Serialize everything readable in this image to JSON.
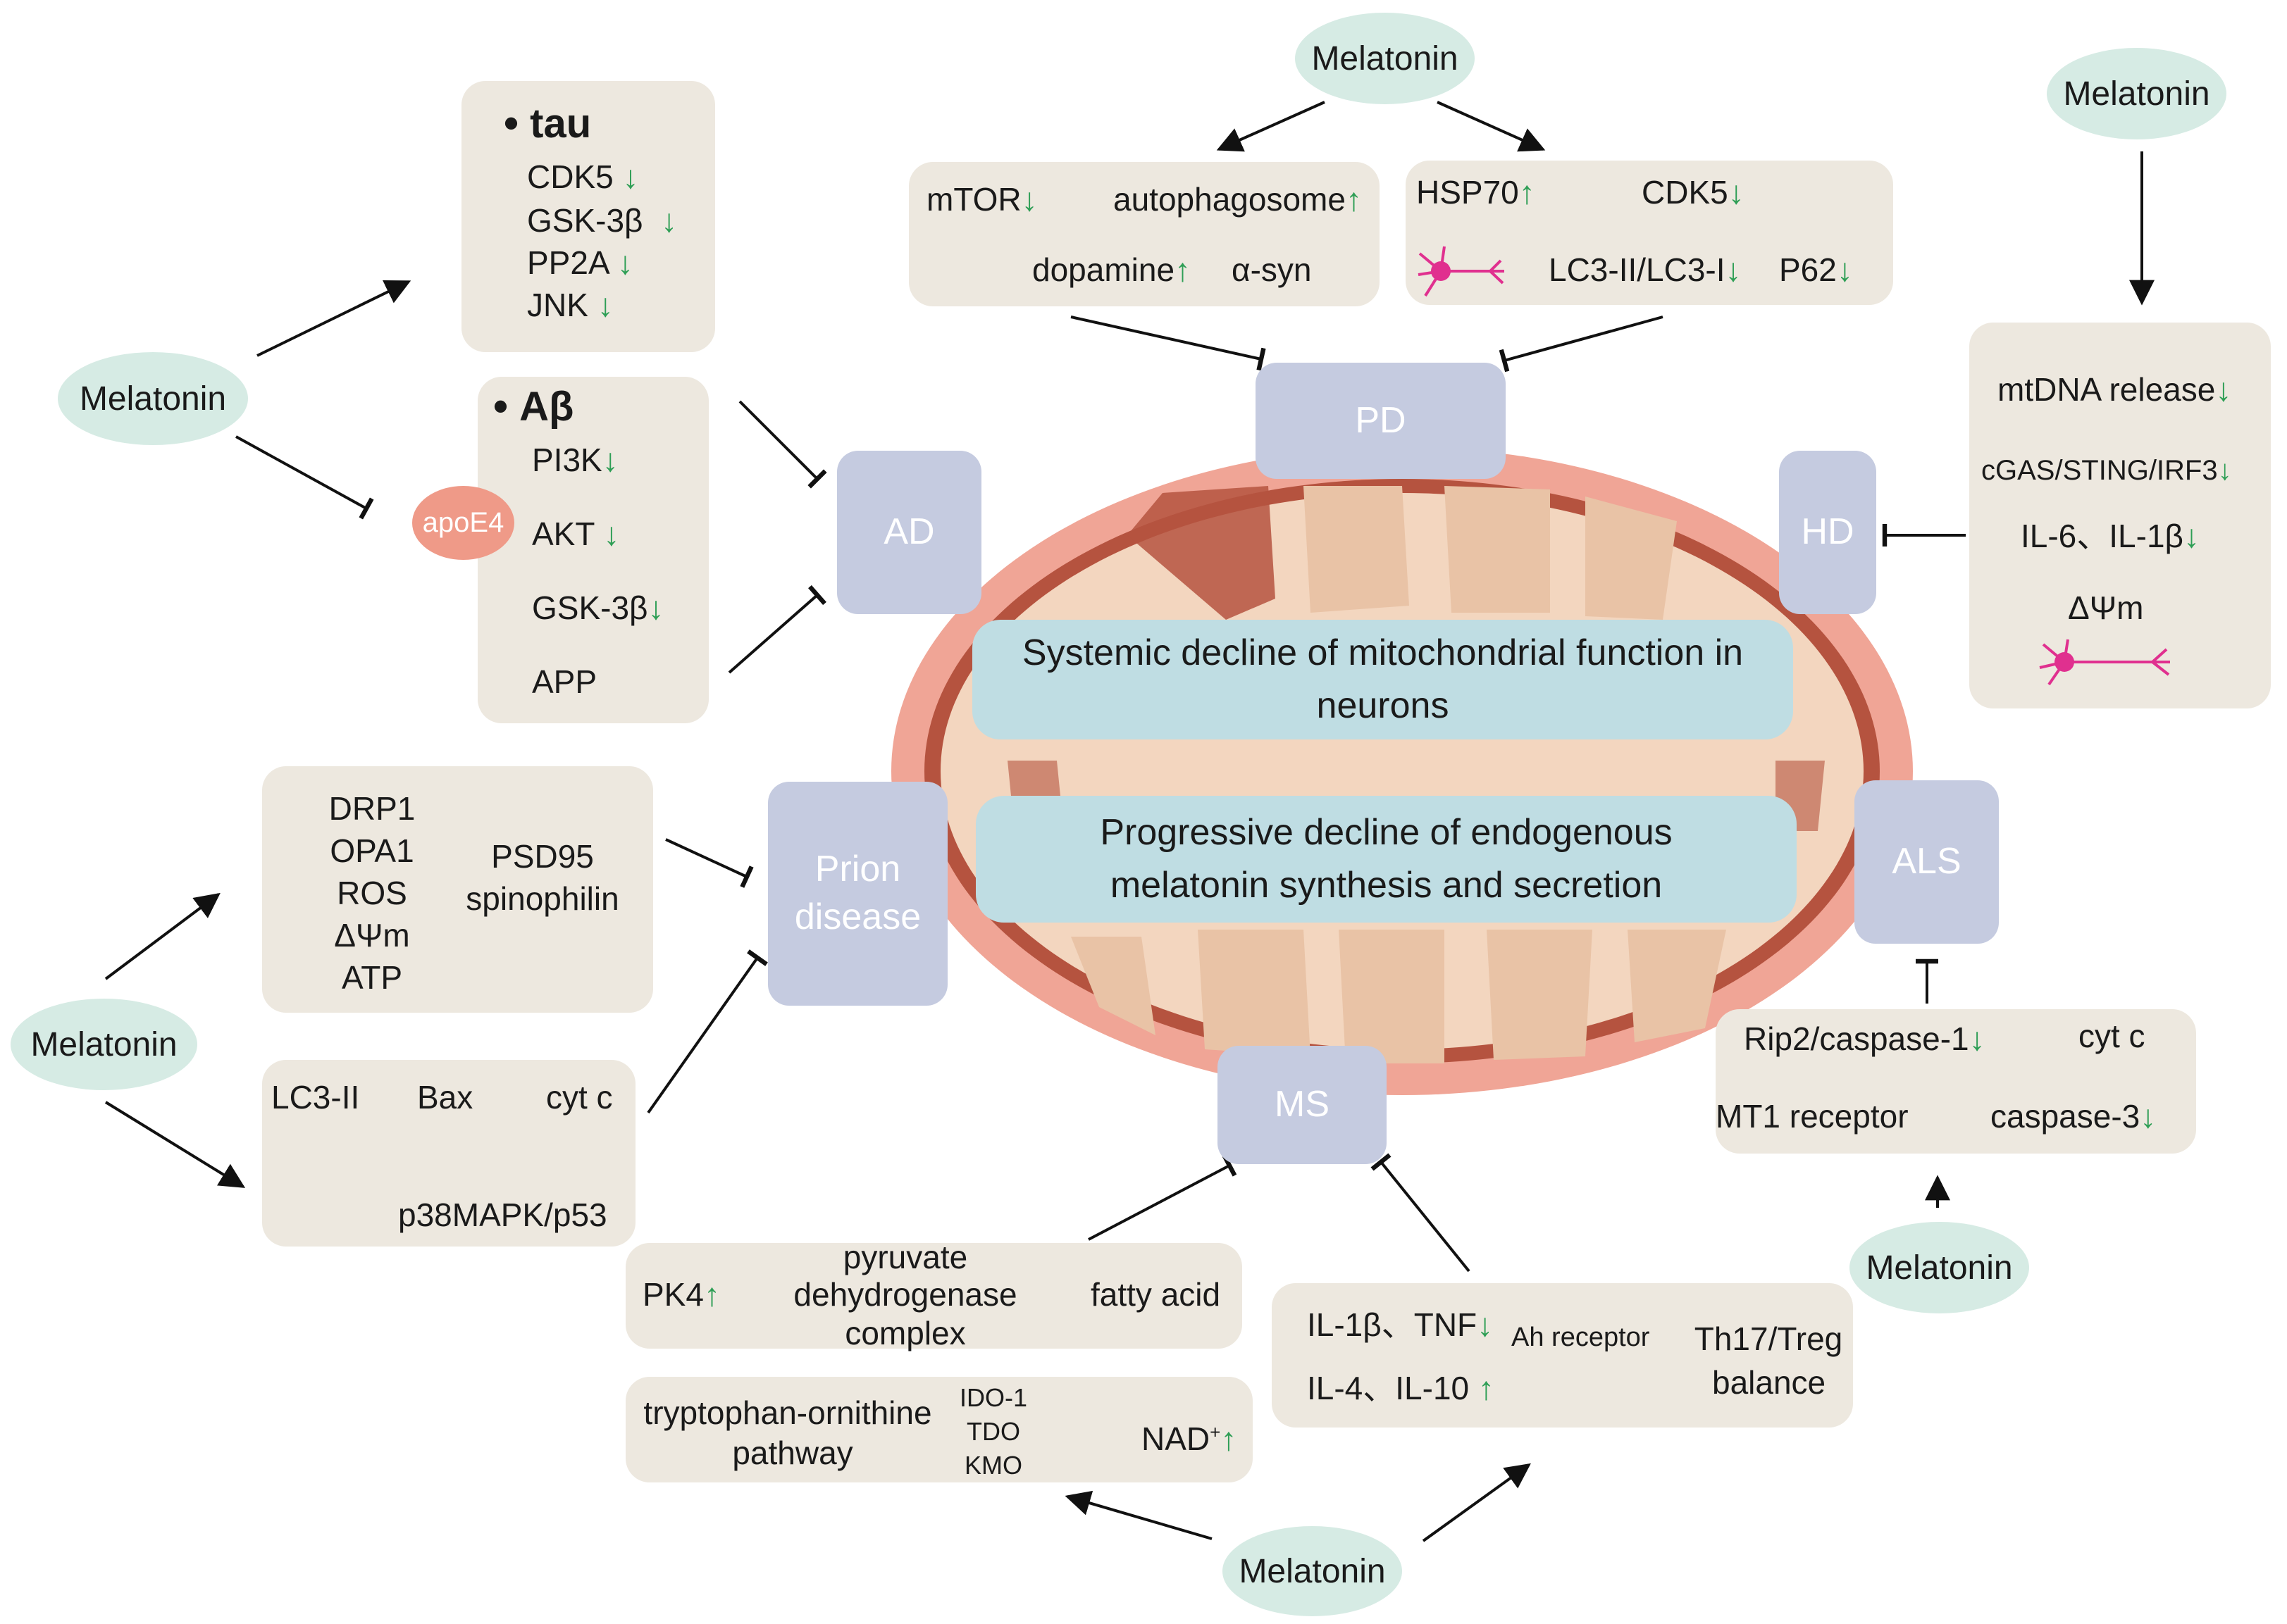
{
  "melatonin_label": "Melatonin",
  "diseases": {
    "ad": "AD",
    "pd": "PD",
    "hd": "HD",
    "prion": "Prion disease",
    "als": "ALS",
    "ms": "MS"
  },
  "mito": {
    "line1": "Systemic decline of mitochondrial function in neurons",
    "line2": "Progressive decline of endogenous melatonin synthesis and secretion"
  },
  "tau_box": {
    "title": "tau",
    "items": [
      "CDK5",
      "GSK-3β",
      "PP2A",
      "JNK"
    ]
  },
  "abeta_box": {
    "title": "Aβ",
    "items": [
      "PI3K",
      "AKT",
      "GSK-3β",
      "APP"
    ],
    "apoe4": "apoE4"
  },
  "pd_left_box": {
    "mtor": "mTOR",
    "autophagosome": "autophagosome",
    "dopamine": "dopamine",
    "syn": "α-syn"
  },
  "pd_right_box": {
    "hsp70": "HSP70",
    "cdk5": "CDK5",
    "lc3": "LC3-II/LC3-I",
    "p62": "P62"
  },
  "hd_box": {
    "items": [
      "mtDNA release",
      "cGAS/STING/IRF3",
      "IL-6、IL-1β",
      "ΔΨm"
    ]
  },
  "prion_top_box": {
    "left": [
      "DRP1",
      "OPA1",
      "ROS",
      "ΔΨm",
      "ATP"
    ],
    "right": [
      "PSD95",
      "spinophilin"
    ]
  },
  "prion_bottom_box": {
    "lc3": "LC3-II",
    "bax": "Bax",
    "cytc": "cyt c",
    "p38": "p38MAPK/p53"
  },
  "als_box": {
    "rip2": "Rip2/caspase-1",
    "cytc": "cyt c",
    "mt1": "MT1 receptor",
    "casp3": "caspase-3"
  },
  "ms_pk4_box": {
    "pk4": "PK4",
    "pdh": [
      "pyruvate",
      "dehydrogenase",
      "complex"
    ],
    "fatty": "fatty acid"
  },
  "ms_trp_box": {
    "trp": [
      "tryptophan-ornithine",
      "pathway"
    ],
    "enzymes": [
      "IDO-1",
      "TDO",
      "KMO"
    ],
    "nad": "NAD",
    "nad_sup": "+"
  },
  "ms_il_box": {
    "il1": "IL-1β、TNF",
    "il4": "IL-4、IL-10",
    "ah": "Ah receptor",
    "th17": [
      "Th17/Treg",
      "balance"
    ]
  },
  "colors": {
    "box": "#ede8df",
    "melatonin": "#d6ebe4",
    "disease": "#c5cbe0",
    "banner": "#bfdde3",
    "arrow_green": "#2e9e55",
    "neuron": "#e0308f",
    "mito_outer": "#f0a596",
    "mito_inner": "#f3d6bf",
    "mito_fold": "#b5533f"
  }
}
